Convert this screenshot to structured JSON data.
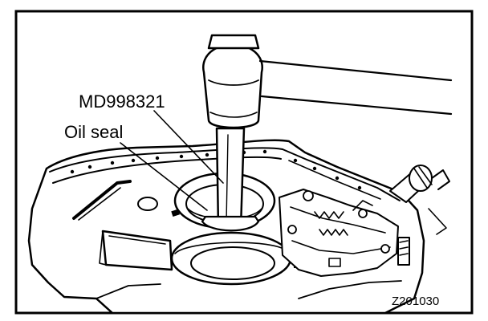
{
  "figure": {
    "labels": {
      "tool": "MD998321",
      "part": "Oil seal",
      "figure_code": "Z201030"
    }
  }
}
